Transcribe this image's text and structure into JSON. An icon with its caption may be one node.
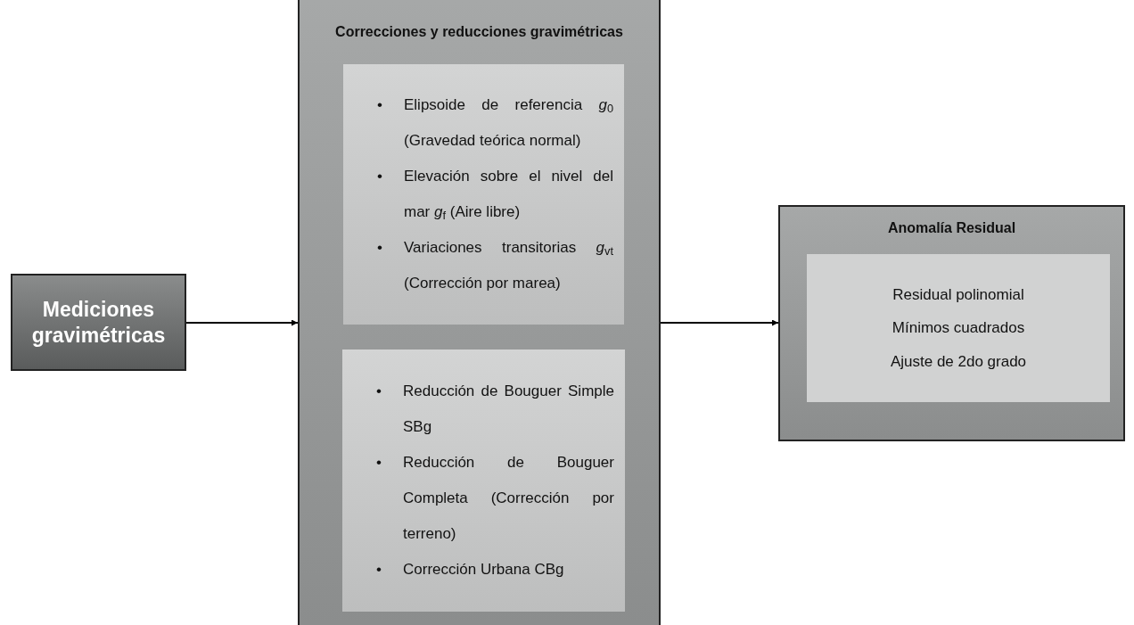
{
  "diagram": {
    "nodes": [
      {
        "text": [
          "Mediciones gravimétricas"
        ]
      },
      {
        "text": [
          "Correcciones y reducciones gravimétricas"
        ]
      },
      {
        "text": [
          "Elipsoide de referencia *g*$_{0}$ (Gravedad teórica normal)",
          "Elevación sobre el nivel del mar *g*$_{f}$ (Aire libre)",
          "Variaciones transitorias *g*$_{vt}$ (Corrección por marea)"
        ],
        "in": 1
      },
      {
        "text": [
          "Reducción de Bouguer Simple SBg",
          "Reducción de Bouguer Completa (Corrección por terreno)",
          "Corrección Urbana CBg"
        ],
        "in": 1
      },
      {
        "text": [
          "Anomalía Residual"
        ]
      },
      {
        "text": [
          "Residual polinomial",
          "Mínimos cuadrados",
          "Ajuste de 2do grado"
        ],
        "in": 4
      }
    ],
    "labels": [
      "•",
      "•",
      "•",
      "•",
      "•",
      "•"
    ],
    "edges": [
      {
        "from": 0,
        "to": 1,
        "arrow": "to"
      },
      {
        "from": 1,
        "to": 4,
        "arrow": "to"
      }
    ]
  }
}
